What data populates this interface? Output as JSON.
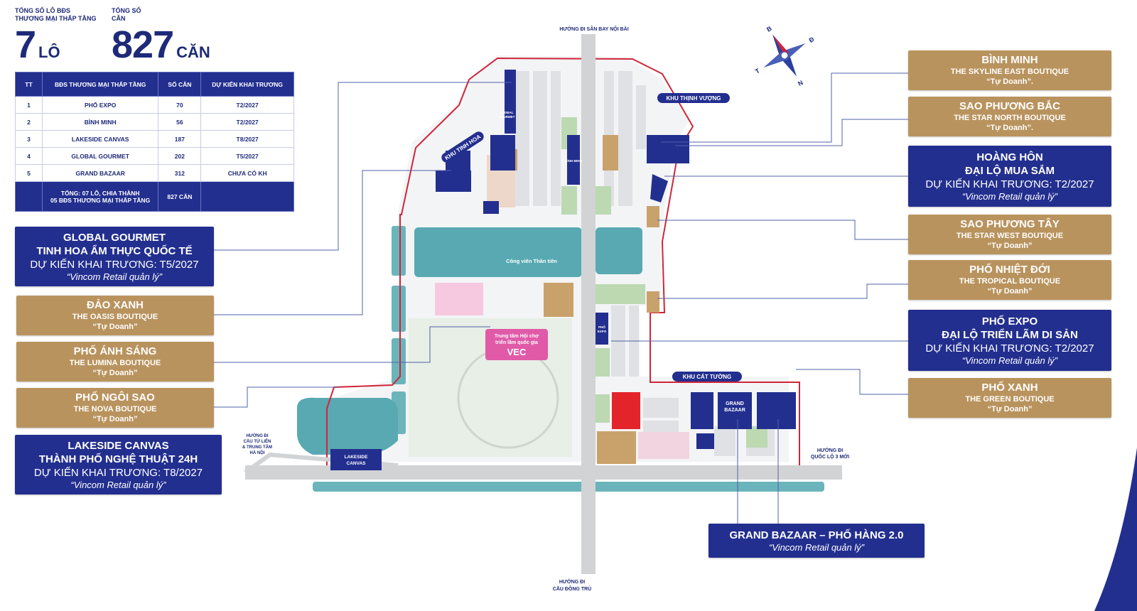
{
  "stats": {
    "lots_label_1": "TỔNG SỐ LÔ BĐS",
    "lots_label_2": "THƯƠNG MẠI THẤP TẦNG",
    "lots_value": "7",
    "lots_unit": "LÔ",
    "units_label_1": "TỔNG SỐ",
    "units_label_2": "CĂN",
    "units_value": "827",
    "units_unit": "CĂN"
  },
  "table": {
    "headers": [
      "TT",
      "BĐS THƯƠNG MẠI THẤP TẦNG",
      "SỐ CĂN",
      "DỰ KIẾN KHAI TRƯƠNG"
    ],
    "rows": [
      [
        "1",
        "PHỐ EXPO",
        "70",
        "T2/2027"
      ],
      [
        "2",
        "BÌNH MINH",
        "56",
        "T2/2027"
      ],
      [
        "3",
        "LAKESIDE CANVAS",
        "187",
        "T8/2027"
      ],
      [
        "4",
        "GLOBAL GOURMET",
        "202",
        "T5/2027"
      ],
      [
        "5",
        "GRAND BAZAAR",
        "312",
        "CHƯA CÓ KH"
      ]
    ],
    "total_label_1": "TỔNG: 07 LÔ, CHIA THÀNH",
    "total_label_2": "05 BĐS THƯƠNG MẠI THẤP TẦNG",
    "total_value": "827 CĂN"
  },
  "left_boxes": {
    "global_gourmet": {
      "title1": "GLOBAL GOURMET",
      "title2": "TINH HOA ẨM THỰC QUỐC TẾ",
      "plan": "DỰ KIẾN KHAI TRƯƠNG: T5/2027",
      "mgr": "“Vincom Retail quản lý”"
    },
    "dao_xanh": {
      "title": "ĐẢO XANH",
      "sub": "THE OASIS BOUTIQUE",
      "note": "“Tự Doanh”"
    },
    "pho_anh_sang": {
      "title": "PHỐ ÁNH SÁNG",
      "sub": "THE LUMINA BOUTIQUE",
      "note": "“Tự Doanh”"
    },
    "pho_ngoi_sao": {
      "title": "PHỐ NGÔI SAO",
      "sub": "THE NOVA BOUTIQUE",
      "note": "“Tự Doanh”"
    },
    "lakeside": {
      "title1": "LAKESIDE CANVAS",
      "title2": "THÀNH PHỐ NGHỆ THUẬT 24H",
      "plan": "DỰ KIẾN KHAI TRƯƠNG: T8/2027",
      "mgr": "“Vincom Retail quản lý”"
    }
  },
  "right_boxes": {
    "binh_minh": {
      "title": "BÌNH MINH",
      "sub": "THE SKYLINE EAST BOUTIQUE",
      "note": "“Tự Doanh”."
    },
    "sao_phuong_bac": {
      "title": "SAO PHƯƠNG BẮC",
      "sub": "THE STAR NORTH BOUTIQUE",
      "note": "“Tự Doanh”."
    },
    "hoang_hon": {
      "title1": "HOÀNG HÔN",
      "title2": "ĐẠI LỘ MUA SẮM",
      "plan": "DỰ KIẾN KHAI TRƯƠNG: T2/2027",
      "mgr": "“Vincom Retail quản lý”"
    },
    "sao_phuong_tay": {
      "title": "SAO PHƯƠNG TÂY",
      "sub": "THE STAR WEST BOUTIQUE",
      "note": "“Tự Doanh”"
    },
    "pho_nhiet_doi": {
      "title": "PHỐ NHIỆT ĐỚI",
      "sub": "THE TROPICAL BOUTIQUE",
      "note": "“Tự Doanh”"
    },
    "pho_expo": {
      "title1": "PHỐ EXPO",
      "title2": "ĐẠI LỘ TRIỂN LÃM DI SẢN",
      "plan": "DỰ KIẾN KHAI TRƯƠNG: T2/2027",
      "mgr": "“Vincom Retail quản lý”"
    },
    "pho_xanh": {
      "title": "PHỐ XANH",
      "sub": "THE GREEN BOUTIQUE",
      "note": "“Tự Doanh”"
    }
  },
  "bottom_box": {
    "title": "GRAND BAZAAR – PHỐ HÀNG 2.0",
    "mgr": "“Vincom Retail quản lý”"
  },
  "map_labels": {
    "dir_north": "HƯỚNG ĐI SÂN BAY NỘI BÀI",
    "dir_south_1": "HƯỚNG ĐI",
    "dir_south_2": "CẦU ĐÔNG TRÙ",
    "dir_west_1": "HƯỚNG ĐI",
    "dir_west_2": "CẦU TỨ LIÊN",
    "dir_west_3": "& TRUNG TÂM",
    "dir_west_4": "HÀ NỘI",
    "dir_east_1": "HƯỚNG ĐI",
    "dir_east_2": "QUỐC LỘ 3 MỚI",
    "khu_thinh_vuong": "KHU THỊNH VƯỢNG",
    "khu_tinh_hoa": "KHU TINH HOA",
    "khu_cat_tuong": "KHU CÁT TƯỜNG",
    "park": "Công viên Thần tiên",
    "vec_1": "Trung tâm Hội chợ",
    "vec_2": "triển lãm quốc gia",
    "vec_3": "VEC",
    "lakeside_1": "LAKESIDE",
    "lakeside_2": "CANVAS",
    "global_1": "GLOBAL",
    "global_2": "GOURMET",
    "binh_minh": "BÌNH MINH",
    "pho_expo_1": "PHỐ",
    "pho_expo_2": "EXPO",
    "grand_1": "GRAND",
    "grand_2": "BAZAAR"
  },
  "compass": {
    "n": "B",
    "e": "Đ",
    "s": "N",
    "w": "T"
  },
  "colors": {
    "navy": "#232f8f",
    "gold": "#b9935e",
    "lake": "#58a9b2",
    "boundary": "#d0253a",
    "vec_pink": "#e05aa8"
  }
}
